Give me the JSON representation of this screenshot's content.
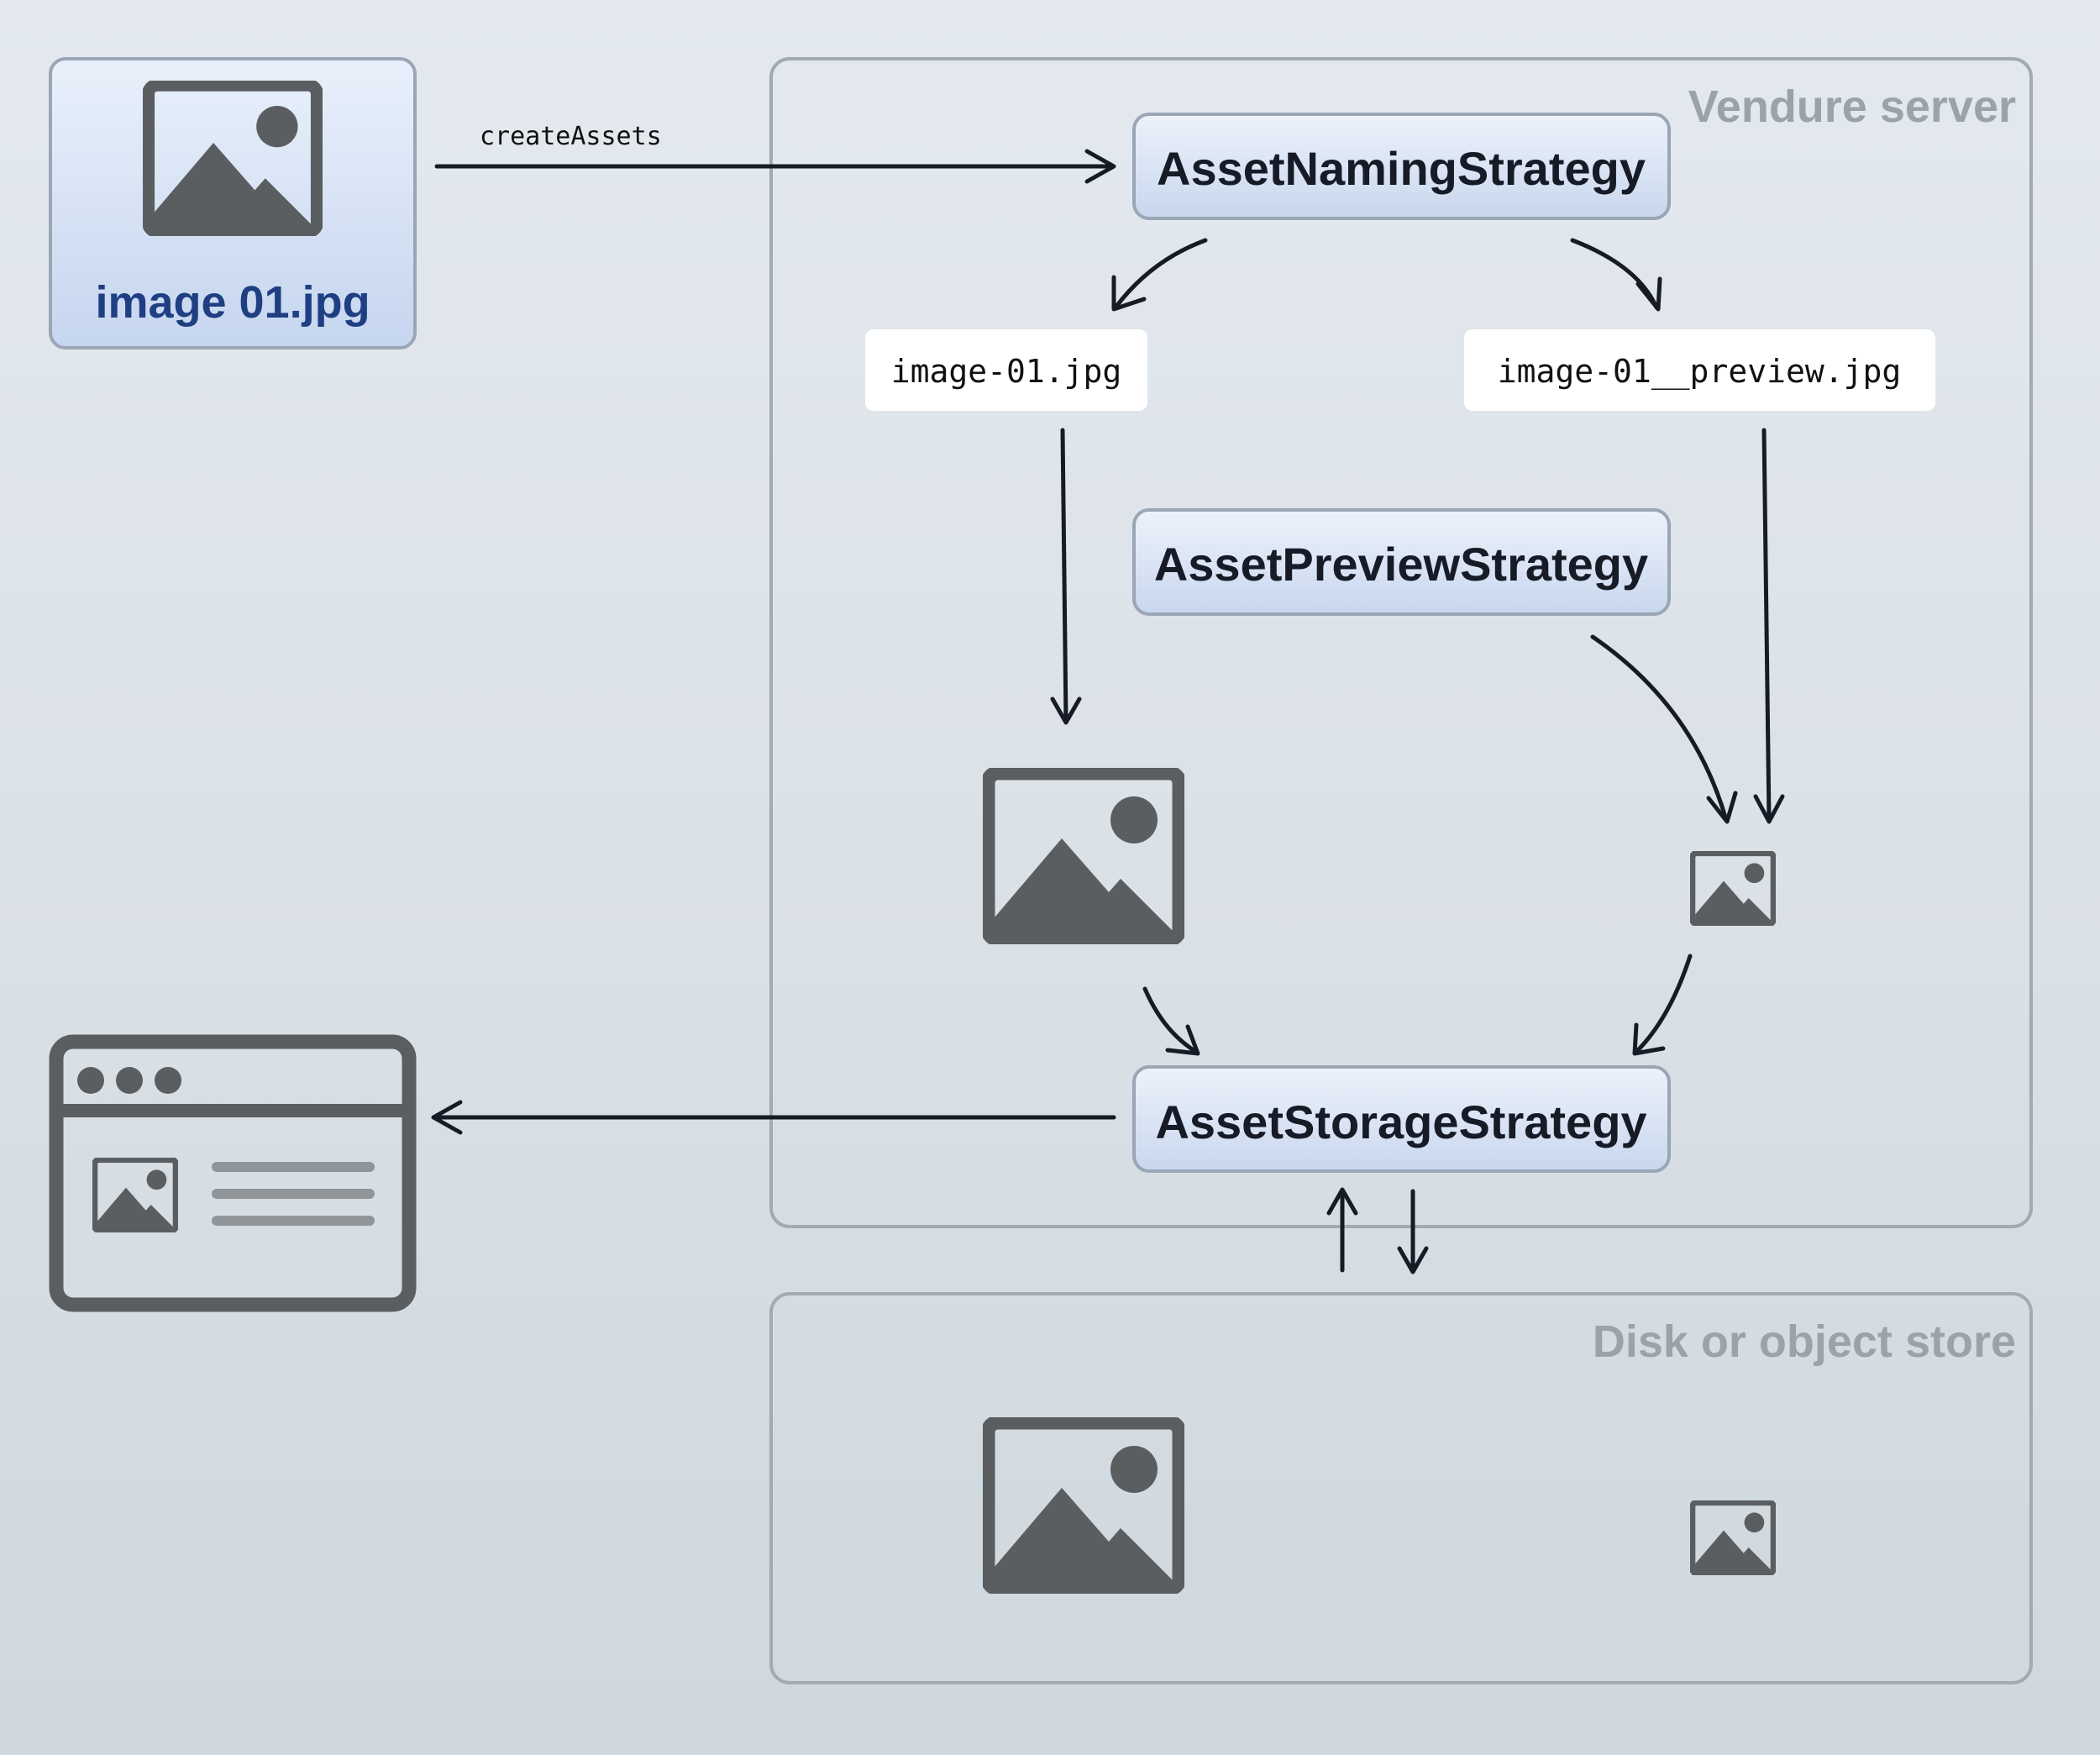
{
  "regions": {
    "server_label": "Vendure server",
    "store_label": "Disk or object store"
  },
  "source": {
    "filename": "image 01.jpg",
    "icon": "image-icon"
  },
  "edges": {
    "create_label": "createAssets"
  },
  "strategies": {
    "naming": "AssetNamingStrategy",
    "preview": "AssetPreviewStrategy",
    "storage": "AssetStorageStrategy"
  },
  "files": {
    "original": "image-01.jpg",
    "preview": "image-01__preview.jpg"
  },
  "icons": {
    "browser": "browser-window-icon",
    "image": "image-icon"
  },
  "colors": {
    "strategy_fill_top": "#edf2fb",
    "strategy_fill_bottom": "#c8d7ee",
    "strategy_border": "#9aa6b5",
    "source_label": "#1f3f82",
    "icon_gray": "#5b5e60",
    "region_border": "#a2abb1",
    "arrow": "#161b26"
  }
}
